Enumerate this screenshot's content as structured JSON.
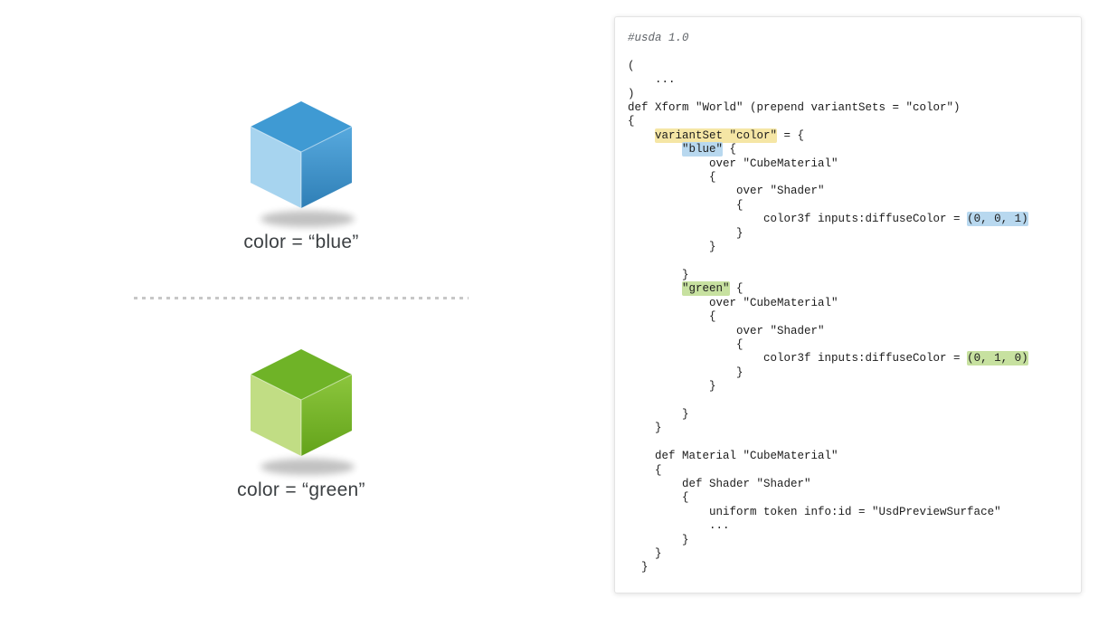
{
  "figure": {
    "cubes": [
      {
        "id": "blue",
        "label": "color = “blue”",
        "faces": {
          "top": "#3f9ad3",
          "left": "#a7d4ef",
          "right": "#57a9de",
          "right_dark": "#2f7fb6"
        }
      },
      {
        "id": "green",
        "label": "color = “green”",
        "faces": {
          "top": "#6fb327",
          "left": "#c1dd84",
          "right": "#8cc63d",
          "right_dark": "#63a31a"
        }
      }
    ],
    "divider": {
      "style": "dashed",
      "color": "#c7c7c7"
    }
  },
  "code_panel": {
    "background": "#ffffff",
    "border_color": "#e4e4e4",
    "highlight_colors": {
      "yellow": "#f5e6a5",
      "blue": "#b8d8ef",
      "green": "#c7e1a0"
    },
    "lines": [
      {
        "segments": [
          {
            "text": "#usda 1.0",
            "style": "comment"
          }
        ]
      },
      {
        "segments": []
      },
      {
        "segments": [
          {
            "text": "("
          }
        ]
      },
      {
        "segments": [
          {
            "text": "    ..."
          }
        ]
      },
      {
        "segments": [
          {
            "text": ")"
          }
        ]
      },
      {
        "segments": [
          {
            "text": "def Xform \"World\" (prepend variantSets = \"color\")"
          }
        ]
      },
      {
        "segments": [
          {
            "text": "{"
          }
        ]
      },
      {
        "segments": [
          {
            "text": "    "
          },
          {
            "text": "variantSet \"color\"",
            "style": "hl-yellow"
          },
          {
            "text": " = {"
          }
        ]
      },
      {
        "segments": [
          {
            "text": "        "
          },
          {
            "text": "\"blue\"",
            "style": "hl-blue"
          },
          {
            "text": " {"
          }
        ]
      },
      {
        "segments": [
          {
            "text": "            over \"CubeMaterial\""
          }
        ]
      },
      {
        "segments": [
          {
            "text": "            {"
          }
        ]
      },
      {
        "segments": [
          {
            "text": "                over \"Shader\""
          }
        ]
      },
      {
        "segments": [
          {
            "text": "                {"
          }
        ]
      },
      {
        "segments": [
          {
            "text": "                    color3f inputs:diffuseColor = "
          },
          {
            "text": "(0, 0, 1)",
            "style": "hl-blue"
          }
        ]
      },
      {
        "segments": [
          {
            "text": "                }"
          }
        ]
      },
      {
        "segments": [
          {
            "text": "            }"
          }
        ]
      },
      {
        "segments": []
      },
      {
        "segments": [
          {
            "text": "        }"
          }
        ]
      },
      {
        "segments": [
          {
            "text": "        "
          },
          {
            "text": "\"green\"",
            "style": "hl-green"
          },
          {
            "text": " {"
          }
        ]
      },
      {
        "segments": [
          {
            "text": "            over \"CubeMaterial\""
          }
        ]
      },
      {
        "segments": [
          {
            "text": "            {"
          }
        ]
      },
      {
        "segments": [
          {
            "text": "                over \"Shader\""
          }
        ]
      },
      {
        "segments": [
          {
            "text": "                {"
          }
        ]
      },
      {
        "segments": [
          {
            "text": "                    color3f inputs:diffuseColor = "
          },
          {
            "text": "(0, 1, 0)",
            "style": "hl-green"
          }
        ]
      },
      {
        "segments": [
          {
            "text": "                }"
          }
        ]
      },
      {
        "segments": [
          {
            "text": "            }"
          }
        ]
      },
      {
        "segments": []
      },
      {
        "segments": [
          {
            "text": "        }"
          }
        ]
      },
      {
        "segments": [
          {
            "text": "    }"
          }
        ]
      },
      {
        "segments": []
      },
      {
        "segments": [
          {
            "text": "    def Material \"CubeMaterial\""
          }
        ]
      },
      {
        "segments": [
          {
            "text": "    {"
          }
        ]
      },
      {
        "segments": [
          {
            "text": "        def Shader \"Shader\""
          }
        ]
      },
      {
        "segments": [
          {
            "text": "        {"
          }
        ]
      },
      {
        "segments": [
          {
            "text": "            uniform token info:id = \"UsdPreviewSurface\""
          }
        ]
      },
      {
        "segments": [
          {
            "text": "            ..."
          }
        ]
      },
      {
        "segments": [
          {
            "text": "        }"
          }
        ]
      },
      {
        "segments": [
          {
            "text": "    }"
          }
        ]
      },
      {
        "segments": [
          {
            "text": "  }"
          }
        ]
      }
    ]
  }
}
